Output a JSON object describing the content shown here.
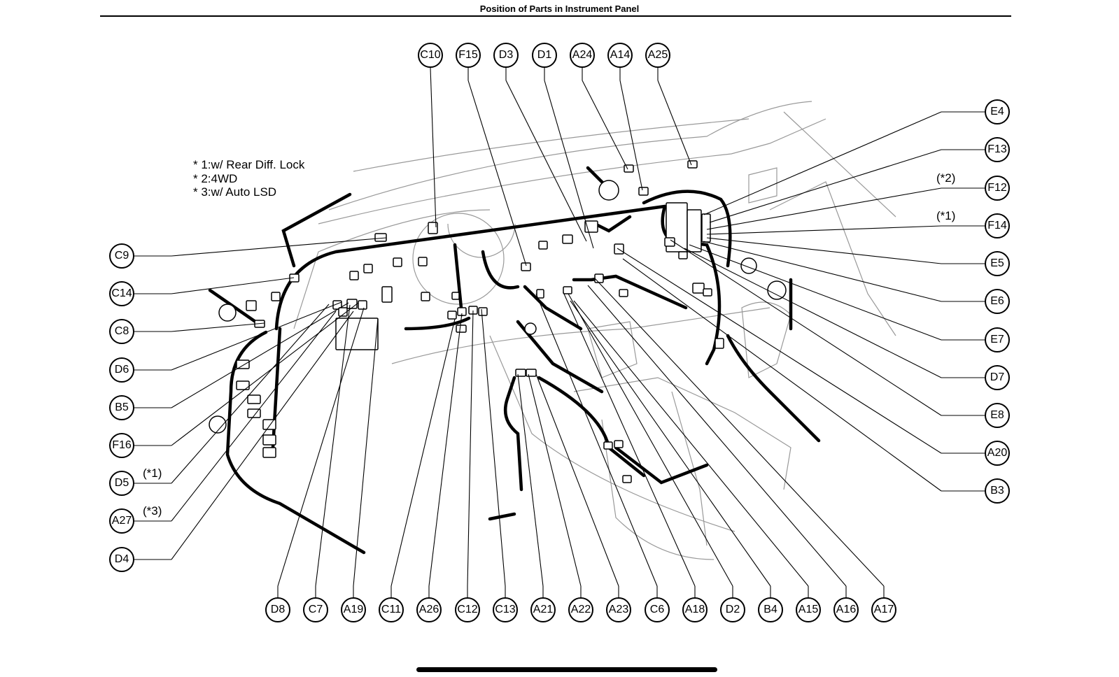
{
  "title": "Position of Parts in Instrument Panel",
  "notes": [
    "* 1:w/ Rear Diff. Lock",
    "* 2:4WD",
    "* 3:w/ Auto LSD"
  ],
  "callouts": {
    "top": [
      "C10",
      "F15",
      "D3",
      "D1",
      "A24",
      "A14",
      "A25"
    ],
    "left": [
      "C9",
      "C14",
      "C8",
      "D6",
      "B5",
      "F16",
      "D5",
      "A27",
      "D4"
    ],
    "right": [
      "E4",
      "F13",
      "F12",
      "F14",
      "E5",
      "E6",
      "E7",
      "D7",
      "E8",
      "A20",
      "B3"
    ],
    "bottom": [
      "D8",
      "C7",
      "A19",
      "C11",
      "A26",
      "C12",
      "C13",
      "A21",
      "A22",
      "A23",
      "C6",
      "A18",
      "D2",
      "B4",
      "A15",
      "A16",
      "A17"
    ]
  },
  "markers": {
    "F12": "(*2)",
    "F14": "(*1)",
    "D5": "(*1)",
    "A27": "(*3)"
  }
}
